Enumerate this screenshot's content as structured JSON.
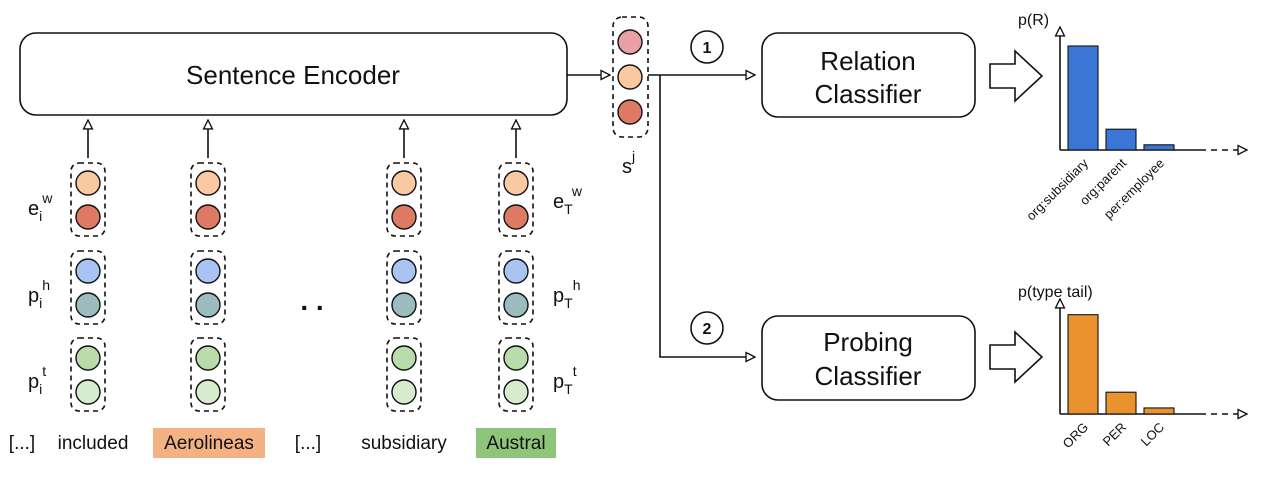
{
  "encoder_label": "Sentence Encoder",
  "relation_classifier": {
    "line1": "Relation",
    "line2": "Classifier"
  },
  "probing_classifier": {
    "line1": "Probing",
    "line2": "Classifier"
  },
  "step_badges": [
    "1",
    "2"
  ],
  "sentence_rep": {
    "base": "s",
    "sup": "j"
  },
  "row_labels_left": [
    {
      "base": "e",
      "sub": "i",
      "sup": "w"
    },
    {
      "base": "p",
      "sub": "i",
      "sup": "h"
    },
    {
      "base": "p",
      "sub": "i",
      "sup": "t"
    }
  ],
  "row_labels_right": [
    {
      "base": "e",
      "sub": "T",
      "sup": "w"
    },
    {
      "base": "p",
      "sub": "T",
      "sup": "h"
    },
    {
      "base": "p",
      "sub": "T",
      "sup": "t"
    }
  ],
  "ellipsis": ". .",
  "tokens": [
    {
      "text": "[...]",
      "highlight": ""
    },
    {
      "text": "included",
      "highlight": ""
    },
    {
      "text": "Aerolineas",
      "highlight": "#f4b183"
    },
    {
      "text": "[...]",
      "highlight": ""
    },
    {
      "text": "subsidiary",
      "highlight": ""
    },
    {
      "text": "Austral",
      "highlight": "#8fc47b"
    }
  ],
  "colors": {
    "word_top": "#f9c9a2",
    "word_bottom": "#de7a63",
    "head_top": "#a9c4f2",
    "head_bottom": "#9cbcbf",
    "tail_top": "#b9dcaa",
    "tail_bottom": "#d7ebcf",
    "s_top": "#e8a0a6",
    "s_mid": "#f9c9a2",
    "s_bottom": "#de7a63",
    "relation_bar": "#3b76d6",
    "probing_bar": "#e9922f"
  },
  "chart_data": [
    {
      "type": "bar",
      "ylabel": "p(R)",
      "categories": [
        "org:subsidiary",
        "org:parent",
        "per:employee"
      ],
      "values": [
        0.8,
        0.16,
        0.04
      ],
      "ylim": [
        0,
        0.9
      ]
    },
    {
      "type": "bar",
      "ylabel": "p(type tail)",
      "categories": [
        "ORG",
        "PER",
        "LOC"
      ],
      "values": [
        0.82,
        0.18,
        0.05
      ],
      "ylim": [
        0,
        0.9
      ]
    }
  ]
}
